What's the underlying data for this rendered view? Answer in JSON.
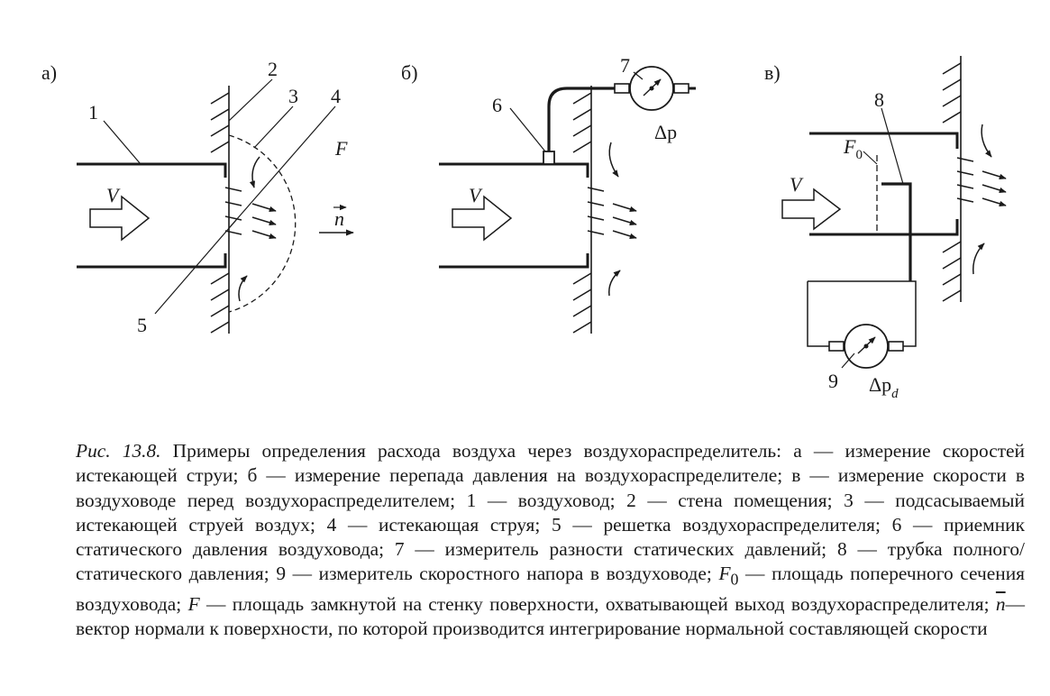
{
  "figure": {
    "panel_labels": [
      "а)",
      "б)",
      "в)"
    ],
    "callouts": [
      "1",
      "2",
      "3",
      "4",
      "5",
      "6",
      "7",
      "8",
      "9"
    ],
    "symbols": {
      "velocity": "V",
      "normal": "n",
      "surface": "F",
      "area_symbol": "F",
      "area_sub": "0",
      "dp": "Δp",
      "dpd_main": "Δp",
      "dpd_sub": "d"
    }
  },
  "caption": {
    "prefix": "Рис. 13.8.",
    "part1": " Примеры определения расхода воздуха через воздухораспределитель: а — измерение скоростей истекающей струи; б — измерение перепада давления на воздухораспределителе; в — измерение скорости в воздуховоде перед воздухораспределителем; 1 — воздуховод; 2 — стена помещения; 3 — подсасываемый истекающей струей воздух; 4 — истекающая струя; 5 — решетка воздухораспределителя; 6 — приемник статического давления воздуховода; 7 — измеритель разности статических давлений; 8 — трубка полного/статического давления; 9 — измеритель скоростного напора в воздуховоде; ",
    "f_symbol": "F",
    "f_sub": "0",
    "part2": " — площадь поперечного сечения воздуховода; ",
    "f2_symbol": "F",
    "part3": " — площадь замкнутой на стенку поверхности, охватывающей выход воздухораспределителя; ",
    "n_symbol": "n",
    "part4": "— вектор нормали к поверхности, по которой производится интегрирование нормальной составляющей скорости"
  }
}
